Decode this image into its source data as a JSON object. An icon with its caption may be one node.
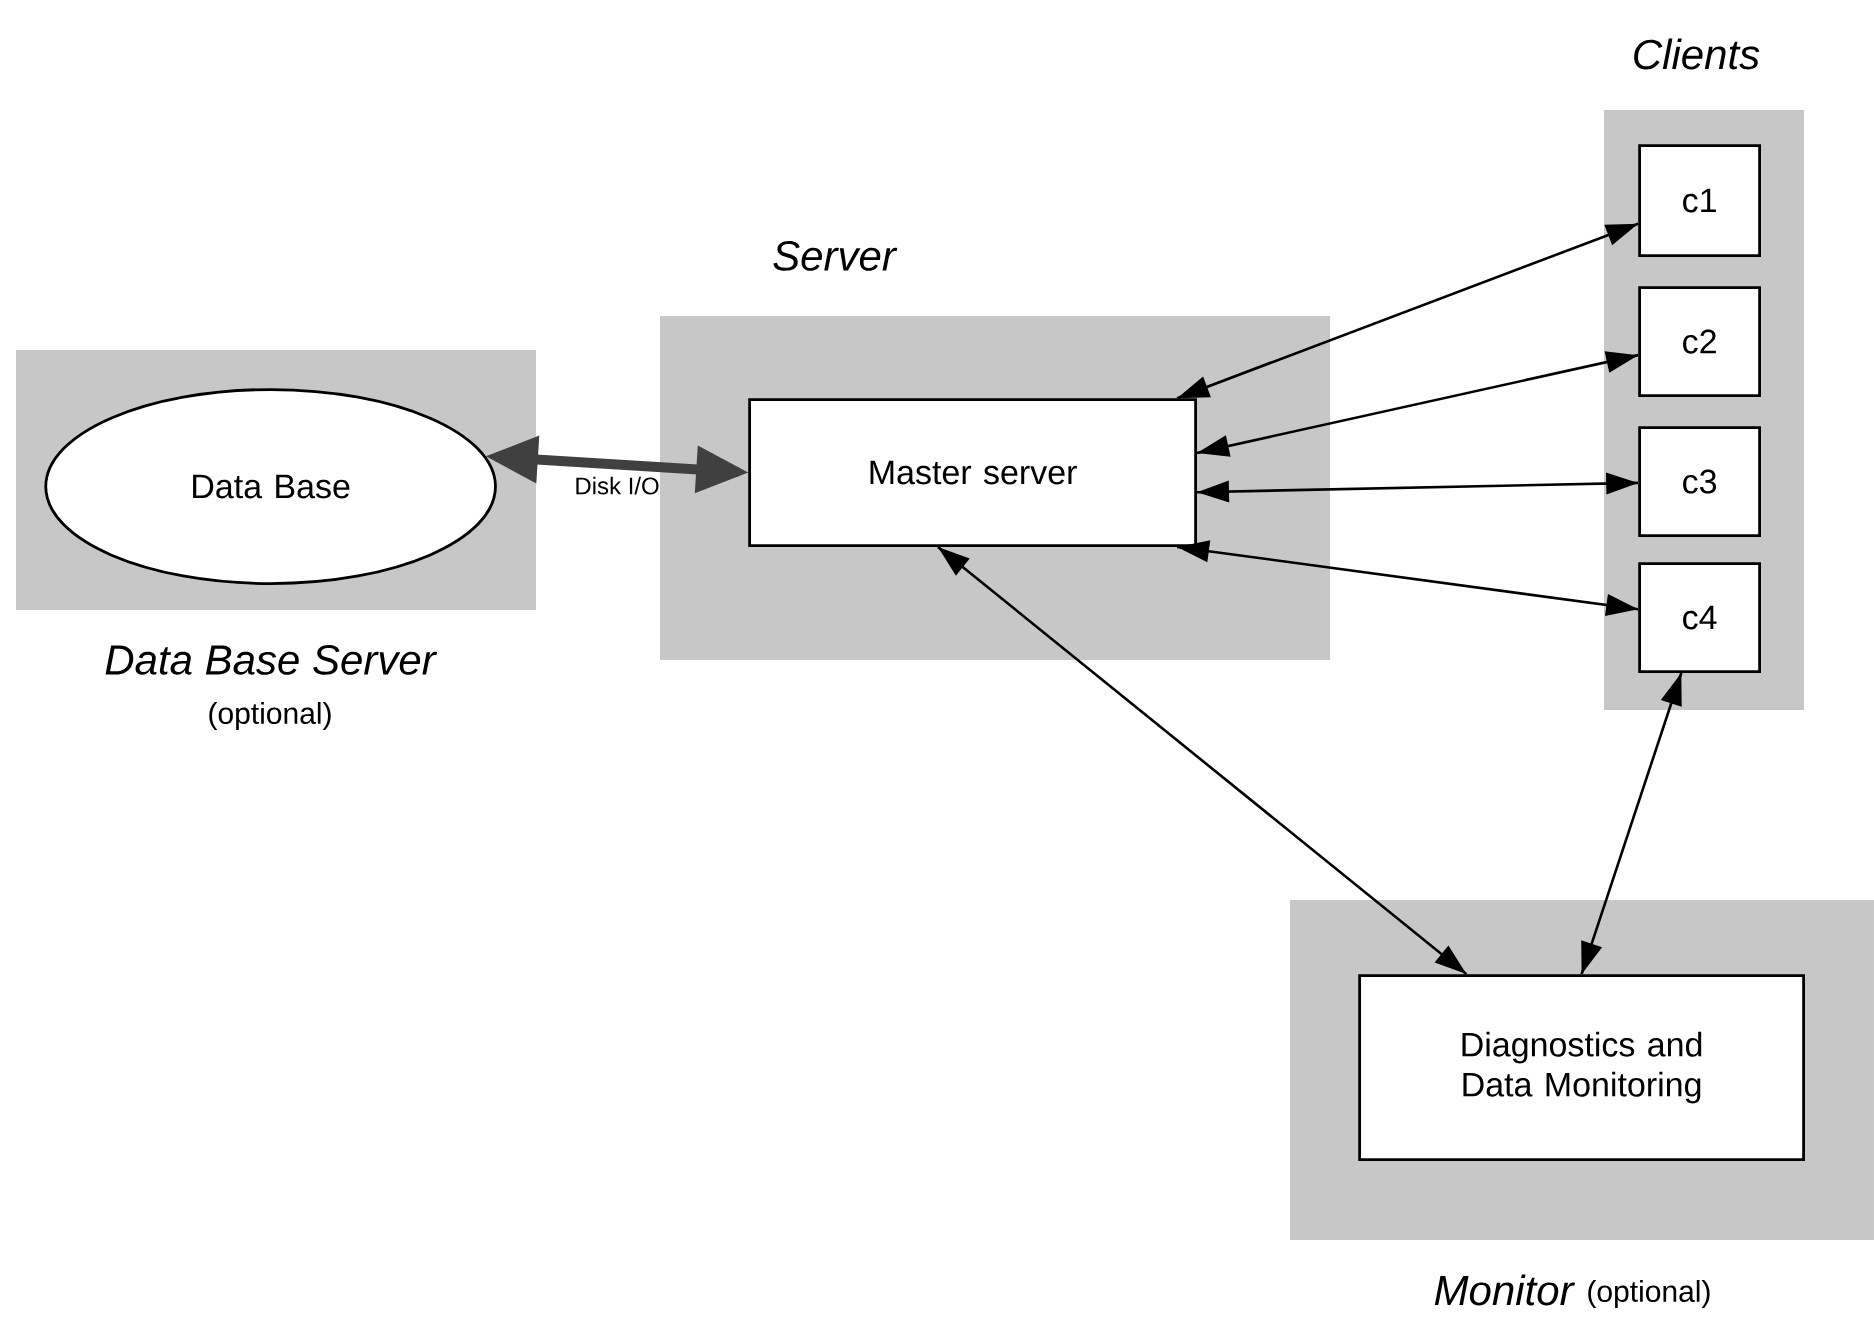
{
  "diagram": {
    "nodes": [
      {
        "text": [
          "Data Base Server",
          "(optional)"
        ]
      },
      {
        "text": [
          "Data Base"
        ],
        "in": 0
      },
      {
        "text": [
          "Server"
        ]
      },
      {
        "text": [
          "Master server"
        ],
        "in": 2
      },
      {
        "text": [
          "Clients"
        ]
      },
      {
        "text": [
          "c1"
        ],
        "in": 4
      },
      {
        "text": [
          "c2"
        ],
        "in": 4
      },
      {
        "text": [
          "c3"
        ],
        "in": 4
      },
      {
        "text": [
          "c4"
        ],
        "in": 4
      },
      {
        "text": [
          "Monitor",
          "(optional)"
        ]
      },
      {
        "text": [
          "Diagnostics and Data Monitoring"
        ],
        "in": 9
      }
    ],
    "edges": [
      {
        "from": 1,
        "to": 3,
        "arrow": "both",
        "label": "Disk I/O",
        "style": "thick"
      },
      {
        "from": 3,
        "to": 5,
        "arrow": "both"
      },
      {
        "from": 3,
        "to": 6,
        "arrow": "both"
      },
      {
        "from": 3,
        "to": 7,
        "arrow": "both"
      },
      {
        "from": 3,
        "to": 8,
        "arrow": "both"
      },
      {
        "from": 3,
        "to": 10,
        "arrow": "both"
      },
      {
        "from": 8,
        "to": 10,
        "arrow": "both"
      }
    ]
  }
}
